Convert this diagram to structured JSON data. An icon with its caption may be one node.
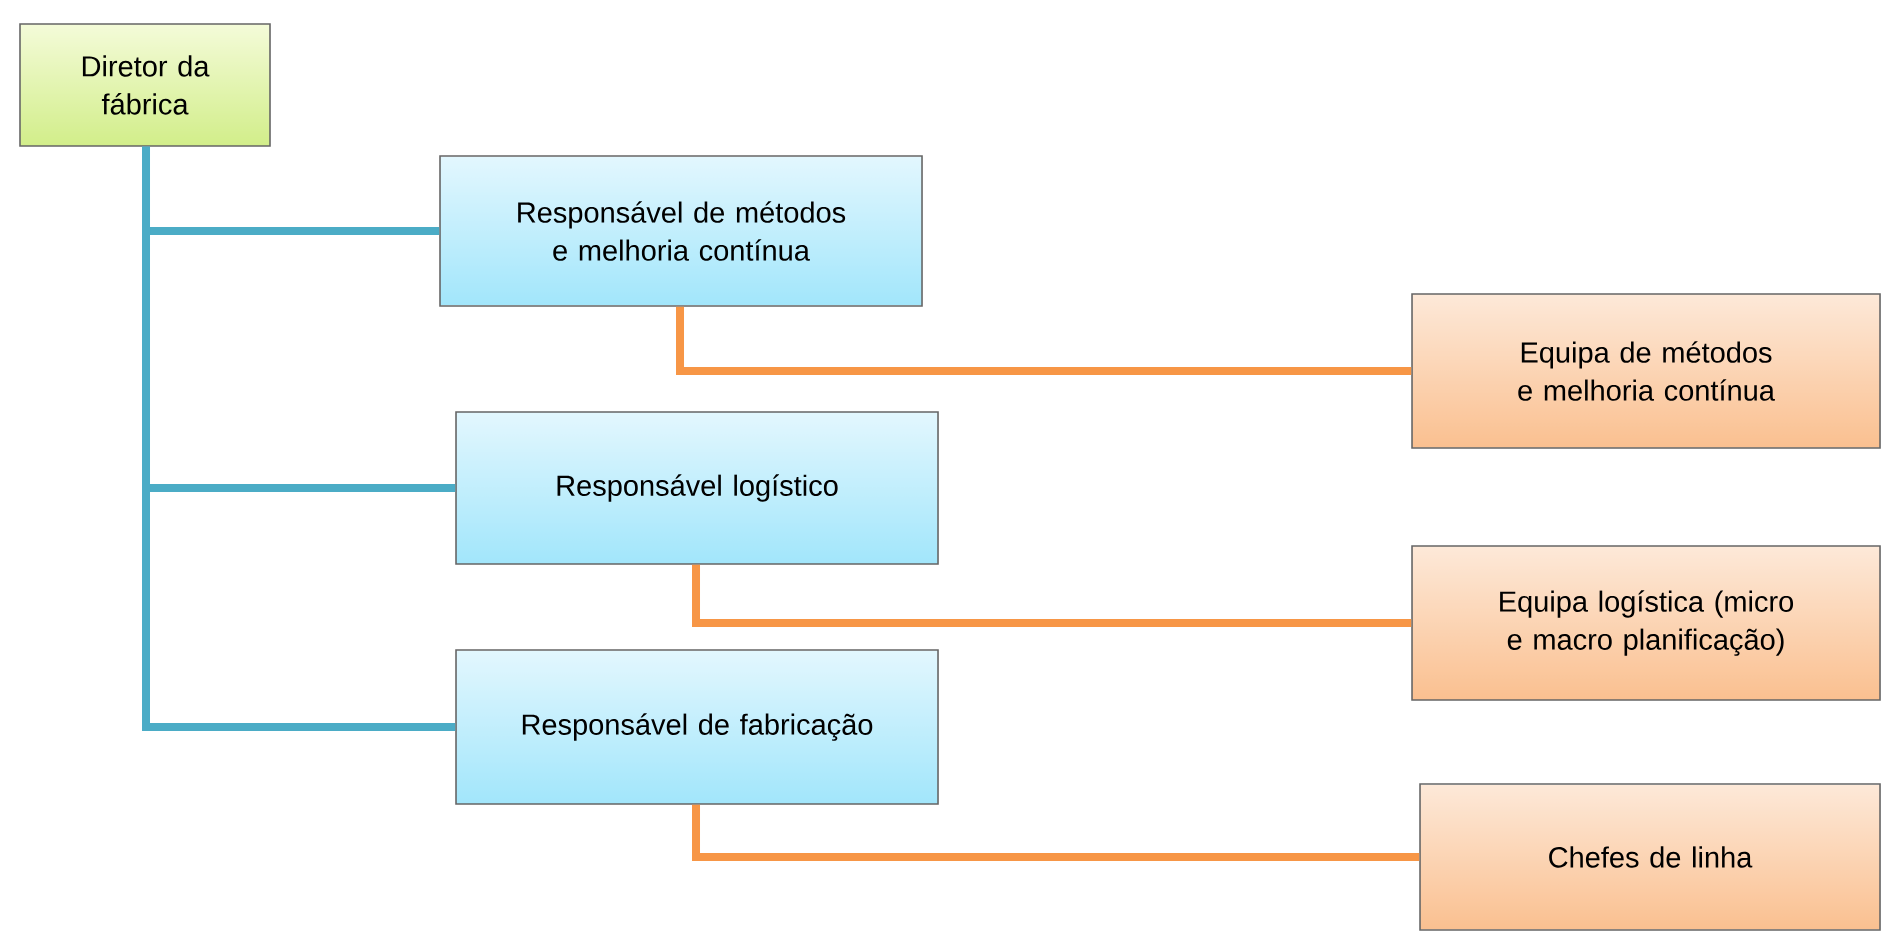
{
  "diagram": {
    "nodes": [
      {
        "text": [
          "Diretor da fábrica"
        ]
      },
      {
        "text": [
          "Responsável de métodos e melhoria contínua"
        ]
      },
      {
        "text": [
          "Equipa de métodos e melhoria contínua"
        ]
      },
      {
        "text": [
          "Responsável logístico"
        ]
      },
      {
        "text": [
          "Equipa logística (micro e macro planificação)"
        ]
      },
      {
        "text": [
          "Responsável de fabricação"
        ]
      },
      {
        "text": [
          "Chefes de linha"
        ]
      }
    ],
    "edges": [
      {
        "from": 0,
        "to": 1,
        "arrow": "none",
        "color": "#4bacc6"
      },
      {
        "from": 0,
        "to": 3,
        "arrow": "none",
        "color": "#4bacc6"
      },
      {
        "from": 0,
        "to": 5,
        "arrow": "none",
        "color": "#4bacc6"
      },
      {
        "from": 1,
        "to": 2,
        "arrow": "none",
        "color": "#f79646"
      },
      {
        "from": 3,
        "to": 4,
        "arrow": "none",
        "color": "#f79646"
      },
      {
        "from": 5,
        "to": 6,
        "arrow": "none",
        "color": "#f79646"
      }
    ]
  }
}
